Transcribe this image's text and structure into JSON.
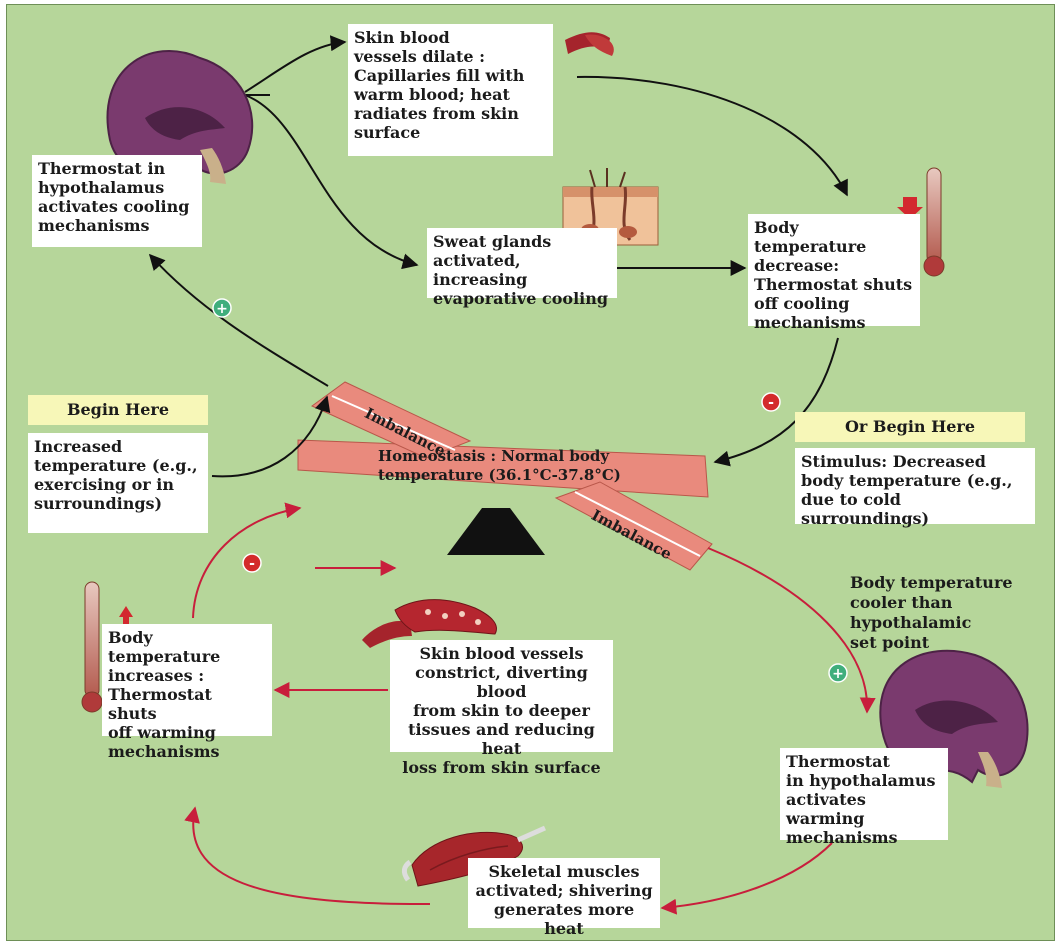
{
  "begin_left": {
    "tag": "Begin Here",
    "lines": [
      "Increased",
      "temperature (e.g.,",
      "exercising or in",
      "surroundings)"
    ]
  },
  "begin_right": {
    "tag": "Or Begin Here",
    "lines": [
      "Stimulus: Decreased",
      "body temperature (e.g.,",
      "due to cold surroundings)"
    ]
  },
  "seesaw": {
    "center_lines": [
      "Homeostasis : Normal body",
      "temperature (36.1°C-37.8°C)"
    ],
    "left_label": "Imbalance",
    "right_label": "Imbalance"
  },
  "cooling": {
    "thermostat": [
      "Thermostat in",
      "hypothalamus",
      "activates cooling",
      "mechanisms"
    ],
    "vessels": [
      "Skin blood",
      "vessels dilate :",
      "Capillaries fill with",
      "warm blood; heat",
      "radiates from skin",
      "surface"
    ],
    "sweat": [
      "Sweat glands",
      "activated, increasing",
      "evaporative cooling"
    ],
    "decrease": [
      "Body temperature",
      "decrease:",
      "Thermostat shuts",
      "off cooling",
      "mechanisms"
    ]
  },
  "warming": {
    "cooler": [
      "Body temperature",
      "cooler than",
      "hypothalamic",
      "set point"
    ],
    "thermostat": [
      "Thermostat",
      "in hypothalamus",
      "activates warming",
      "mechanisms"
    ],
    "muscles": [
      "Skeletal muscles",
      "activated; shivering",
      "generates more heat"
    ],
    "vessels": [
      "Skin blood vessels",
      "constrict, diverting blood",
      "from skin to deeper",
      "tissues and reducing heat",
      "loss from skin surface"
    ],
    "increase": [
      "Body temperature",
      "increases :",
      "Thermostat shuts",
      "off warming",
      "mechanisms"
    ]
  },
  "signs": {
    "plus": "+",
    "minus": "-"
  },
  "colors": {
    "background": "#b6d69a",
    "seesaw": "#e98a7d",
    "plus_badge": "#3fae7c",
    "minus_badge": "#d32b2b",
    "warming_arrows": "#c81e3c",
    "cooling_arrows": "#111111",
    "brain": "#7a3a6e",
    "tissue": "#a5242c"
  },
  "icons": [
    "brain-icon",
    "blood-vessel-icon",
    "sweat-gland-icon",
    "thermometer-icon",
    "muscle-icon",
    "up-arrow-icon",
    "down-arrow-icon"
  ]
}
